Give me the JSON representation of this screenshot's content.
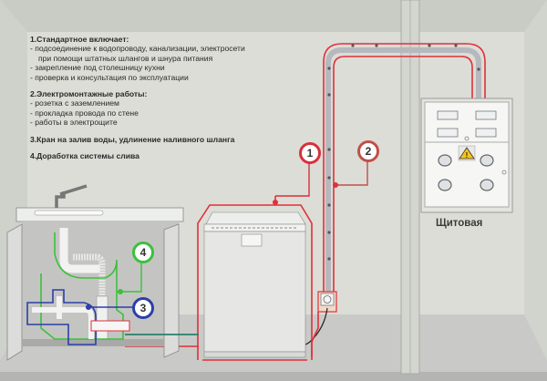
{
  "notes": {
    "sections": [
      {
        "title": "1.Стандартное включает:",
        "items": [
          "- подсоединение к водопроводу, канализации, электросети",
          "при помощи штатных шлангов и шнура питания",
          "- закрепление под столешницу кухни",
          "- проверка и консультация по эксплуатации"
        ]
      },
      {
        "title": "2.Электромонтажные работы:",
        "items": [
          "- розетка с заземлением",
          "- прокладка провода по стене",
          "- работы в электрощите"
        ]
      },
      {
        "title": "3.Кран на залив воды, удлинение наливного шланга",
        "items": []
      },
      {
        "title": "4.Доработка системы слива",
        "items": []
      }
    ]
  },
  "panel": {
    "label": "Щитовая"
  },
  "callouts": [
    {
      "number": "1",
      "color": "#d8303c"
    },
    {
      "number": "2",
      "color": "#c0504a"
    },
    {
      "number": "3",
      "color": "#2a3fa8"
    },
    {
      "number": "4",
      "color": "#3cc03c"
    }
  ],
  "colors": {
    "power_line": "#e0303a",
    "conduit": "#b5b9bd",
    "water_inlet": "#2a3fa8",
    "drain": "#3cc03c",
    "wall": "#dcddd6",
    "floor": "#c8c9c6"
  }
}
